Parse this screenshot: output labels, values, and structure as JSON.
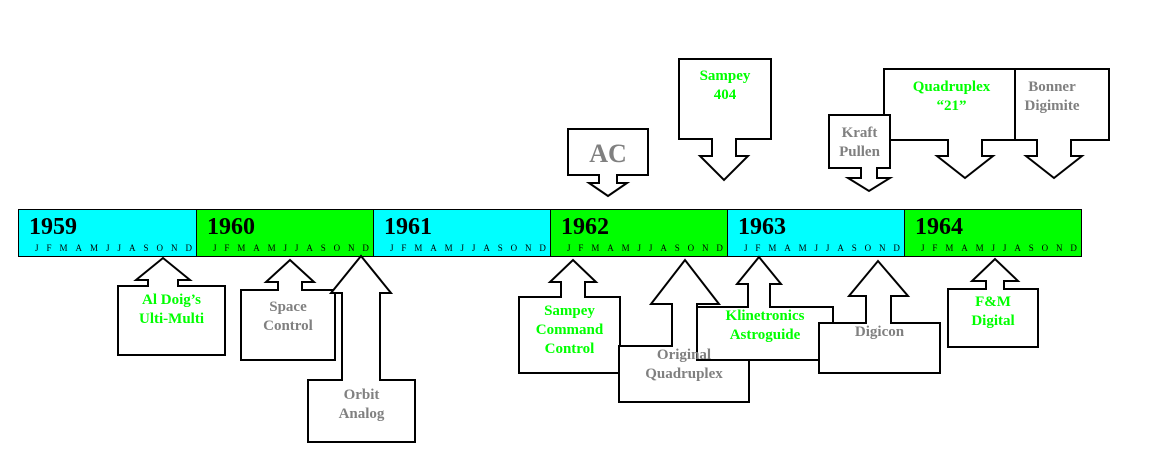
{
  "timeline": {
    "months": [
      "J",
      "F",
      "M",
      "A",
      "M",
      "J",
      "J",
      "A",
      "S",
      "O",
      "N",
      "D"
    ],
    "years": [
      {
        "label": "1959",
        "color": "#00ffff"
      },
      {
        "label": "1960",
        "color": "#00ff00"
      },
      {
        "label": "1961",
        "color": "#00ffff"
      },
      {
        "label": "1962",
        "color": "#00ff00"
      },
      {
        "label": "1963",
        "color": "#00ffff"
      },
      {
        "label": "1964",
        "color": "#00ff00"
      }
    ]
  },
  "colors": {
    "green_label": "#00ff00",
    "gray_label": "#808080"
  },
  "callouts": {
    "al_doig": "Al Doig’s\nUlti-Multi",
    "space_control": "Space\nControl",
    "orbit_analog": "Orbit\nAnalog",
    "sampey_command": "Sampey\nCommand\nControl",
    "original_quad": "Original\nQuadruplex",
    "klinetronics": "Klinetronics\nAstroguide",
    "digicon": "Digicon",
    "fm_digital": "F&M\nDigital",
    "ac": "AC",
    "sampey_404": "Sampey\n404",
    "kraft_pullen": "Kraft\nPullen",
    "quad_21": "Quadruplex\n“21”",
    "bonner": "Bonner\nDigimite"
  }
}
